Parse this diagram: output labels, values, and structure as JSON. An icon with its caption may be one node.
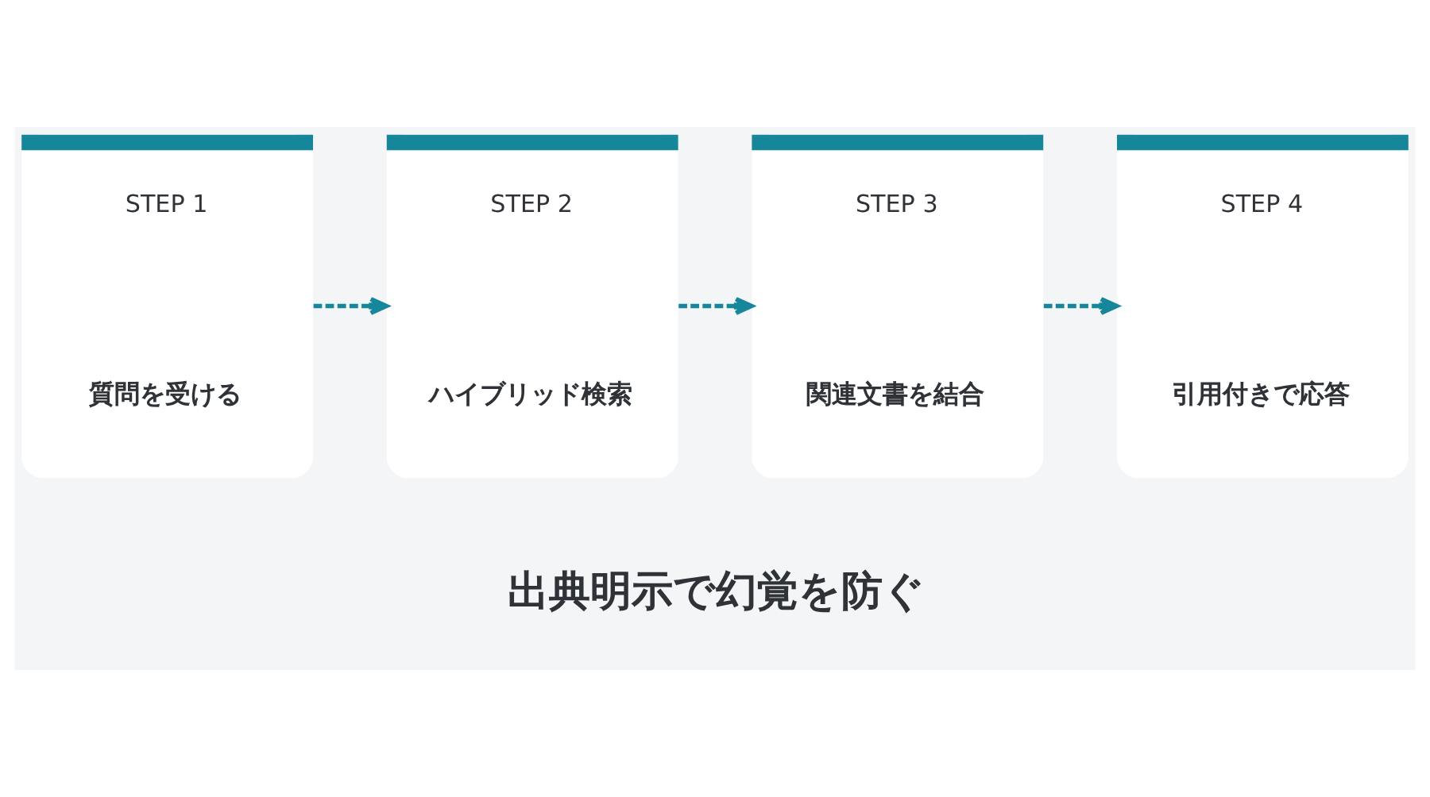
{
  "diagram": {
    "caption": "出典明示で幻覚を防ぐ",
    "nodes": [
      {
        "text": [
          "STEP 1",
          "質問を受ける"
        ]
      },
      {
        "text": [
          "STEP 2",
          "ハイブリッド検索"
        ]
      },
      {
        "text": [
          "STEP 3",
          "関連文書を結合"
        ]
      },
      {
        "text": [
          "STEP 4",
          "引用付きで応答"
        ]
      }
    ],
    "edges": [
      {
        "from": 0,
        "to": 1,
        "arrow": "to",
        "style": "dashed"
      },
      {
        "from": 1,
        "to": 2,
        "arrow": "to",
        "style": "dashed"
      },
      {
        "from": 2,
        "to": 3,
        "arrow": "to",
        "style": "dashed"
      }
    ]
  }
}
